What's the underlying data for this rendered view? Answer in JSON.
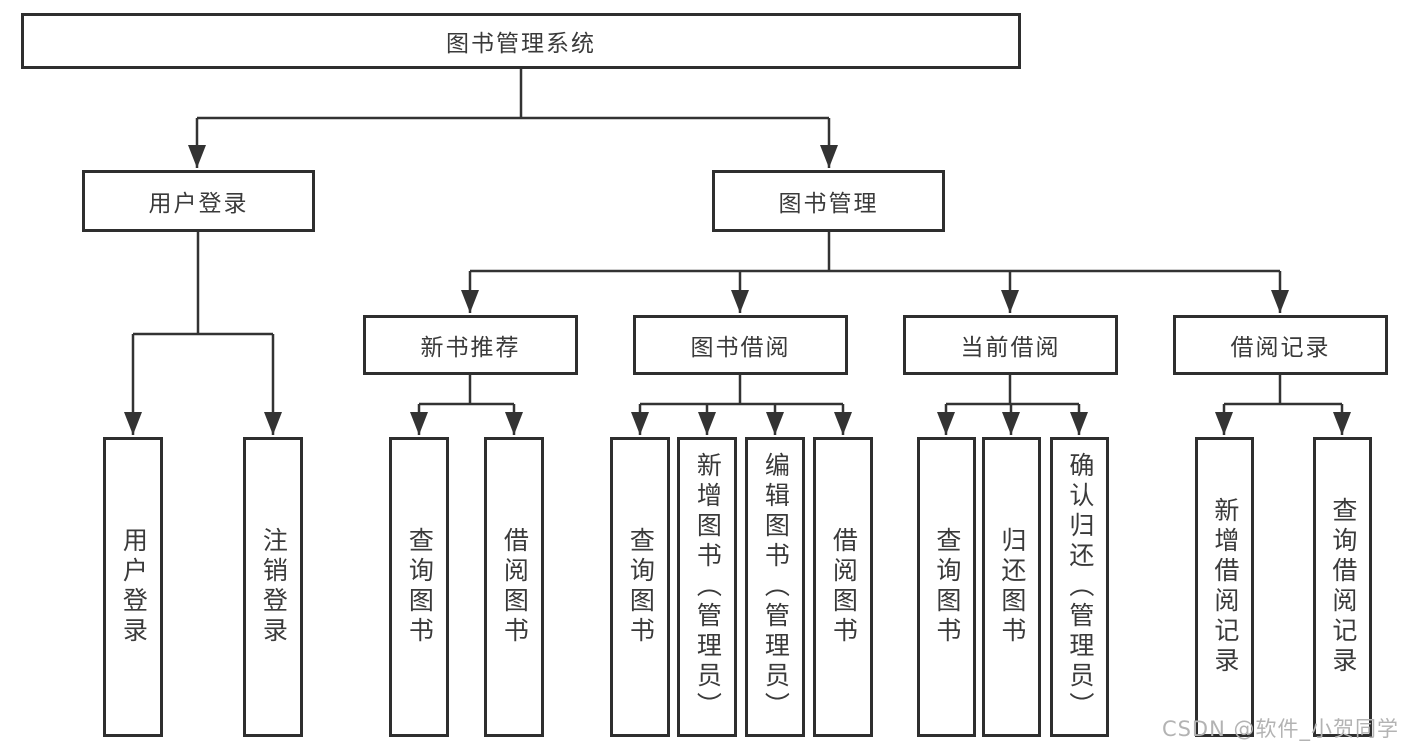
{
  "tree": {
    "root": "图书管理系统",
    "branches": [
      {
        "label": "用户登录",
        "leaves": [
          "用户登录",
          "注销登录"
        ]
      },
      {
        "label": "图书管理",
        "groups": [
          {
            "label": "新书推荐",
            "leaves": [
              "查询图书",
              "借阅图书"
            ]
          },
          {
            "label": "图书借阅",
            "leaves": [
              "查询图书",
              "新增图书（管理员）",
              "编辑图书（管理员）",
              "借阅图书"
            ]
          },
          {
            "label": "当前借阅",
            "leaves": [
              "查询图书",
              "归还图书",
              "确认归还（管理员）"
            ]
          },
          {
            "label": "借阅记录",
            "leaves": [
              "新增借阅记录",
              "查询借阅记录"
            ]
          }
        ]
      }
    ]
  },
  "watermark": "CSDN @软件_小贺同学",
  "colors": {
    "line": "#333333",
    "box_border": "#2e2e2e",
    "text": "#3a3a3a",
    "background": "#ffffff",
    "watermark": "#b3b3b3"
  }
}
